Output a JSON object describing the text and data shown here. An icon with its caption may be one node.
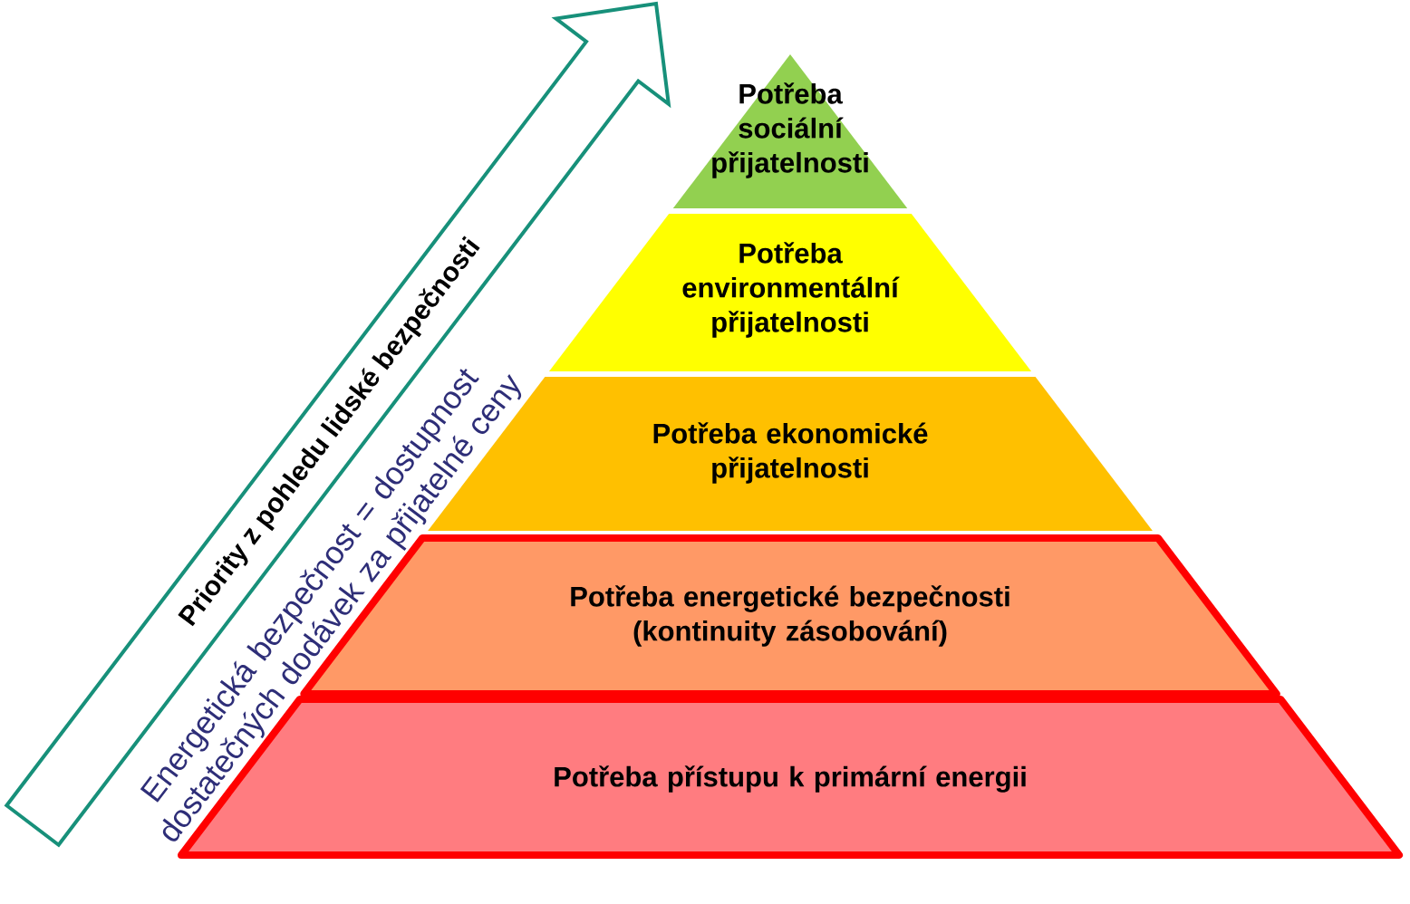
{
  "diagram": {
    "nodes": [
      {
        "text": [
          "Priority z pohledu lidské bezpečnosti"
        ]
      },
      {
        "text": [
          "Potřeba sociální přijatelnosti"
        ]
      },
      {
        "text": [
          "Potřeba environmentální přijatelnosti"
        ]
      },
      {
        "text": [
          "Potřeba ekonomické přijatelnosti"
        ]
      },
      {
        "text": [
          "Potřeba energetické bezpečnosti (kontinuity zásobování)"
        ]
      },
      {
        "text": [
          "Potřeba přístupu k primární energii"
        ]
      }
    ],
    "labels": [
      "Energetická bezpečnost = dostupnost dostatečných dodávek za přijatelné ceny"
    ]
  }
}
